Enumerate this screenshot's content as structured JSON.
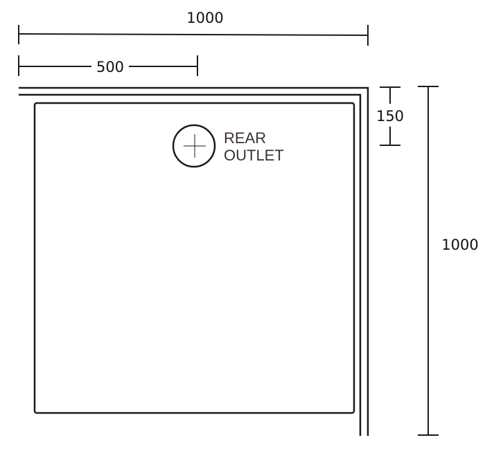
{
  "dimensions": {
    "overall_width": "1000",
    "outlet_offset_x": "500",
    "outlet_offset_y": "150",
    "overall_depth": "1000"
  },
  "outlet": {
    "label_line1": "REAR",
    "label_line2": "OUTLET"
  },
  "colors": {
    "line": "#1a1a1a",
    "label": "#3a3230",
    "background": "#ffffff"
  }
}
